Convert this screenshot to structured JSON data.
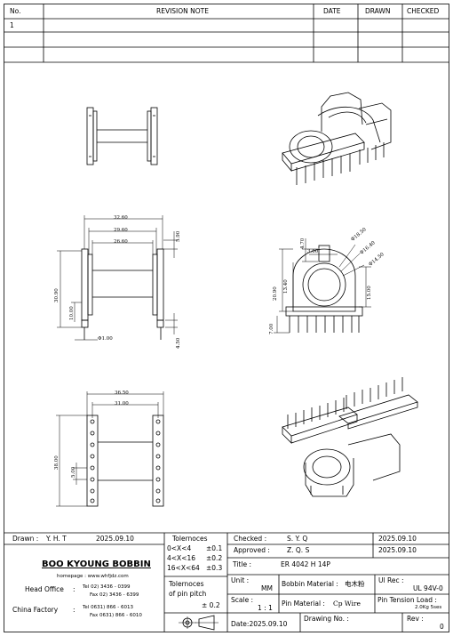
{
  "revision": {
    "headers": {
      "no": "No.",
      "note": "REVISION  NOTE",
      "date": "DATE",
      "drawn": "DRAWN",
      "checked": "CHECKED"
    },
    "rows": [
      {
        "no": "1",
        "note": "",
        "date": "",
        "drawn": "",
        "checked": ""
      }
    ]
  },
  "dims": {
    "side_top1": "32.60",
    "side_top2": "29.60",
    "side_top3": "26.60",
    "side_right": "5.90",
    "side_left": "30.90",
    "side_left_inner": "10.00",
    "side_pin": "Φ1.00",
    "side_bottom": "4.50",
    "front_pin_w": "3.00",
    "front_d1": "Φ18.50",
    "front_d2": "Φ16.40",
    "front_d3": "Φ14.50",
    "front_top": "4.70",
    "front_h1": "20.90",
    "front_h2": "13.40",
    "front_h3": "15.00",
    "front_bottom": "7.00",
    "top_w1": "36.50",
    "top_w2": "31.00",
    "top_h": "38.00",
    "top_pitch": "5.00"
  },
  "title_block": {
    "drawn_label": "Drawn :",
    "drawn_value": "Y. H. T",
    "drawn_date": "2025.09.10",
    "tol_title": "Tolernoces",
    "tol1": "0<X<4",
    "tol1v": "±0.1",
    "tol2": "4<X<16",
    "tol2v": "±0.2",
    "tol3": "16<X<64",
    "tol3v": "±0.3",
    "tol_pitch1": "Tolernoces",
    "tol_pitch2": "of pin pitch",
    "tol_pitchv": "± 0.2",
    "checked_label": "Checked :",
    "checked_value": "S. Y. Q",
    "checked_date": "2025.09.10",
    "approved_label": "Approved :",
    "approved_value": "Z. Q. S",
    "approved_date": "2025.09.10",
    "title_label": "Title :",
    "title_value": "ER  4042  H  14P",
    "unit_label": "Unit :",
    "unit_value": "MM",
    "bobbin_label": "Bobbin Material :",
    "bobbin_value": "电木粉",
    "ul_label": "Ul Rec :",
    "ul_value": "UL 94V-0",
    "scale_label": "Scale :",
    "scale_value": "1 : 1",
    "pin_label": "Pin Material :",
    "pin_value": "Cp Wire",
    "tension_label": "Pin Tension Load :",
    "tension_value": "2.0Kg 5ses",
    "date_label": "Date:2025.09.10",
    "drawing_label": "Drawing No. :",
    "rev_label": "Rev :",
    "rev_value": "0",
    "company": "BOO KYOUNG BOBBIN",
    "homepage": "homepage : www.whfjdz.com",
    "head_office": "Head Office",
    "ho_tel": "Tel   02) 3436 - 0399",
    "ho_fax": "Fax   02) 3436 - 6399",
    "china_factory": "China Factory",
    "cf_tel": "Tel   0631) 866 - 6013",
    "cf_fax": "Fax   0631) 866 - 6010"
  }
}
